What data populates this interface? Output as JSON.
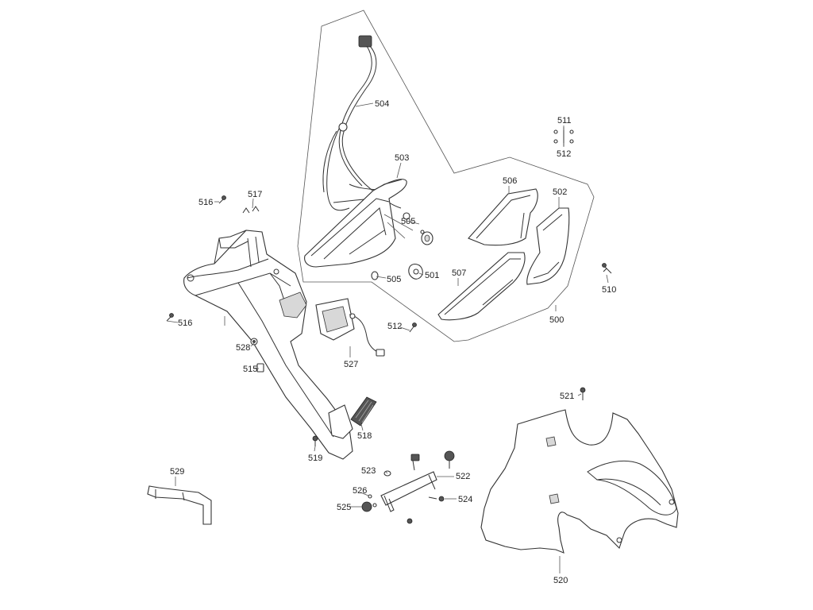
{
  "labels": {
    "l500": "500",
    "l501": "501",
    "l502": "502",
    "l503": "503",
    "l504": "504",
    "l505a": "505",
    "l505b": "505",
    "l506": "506",
    "l507": "507",
    "l510": "510",
    "l511": "511",
    "l512a": "512",
    "l512b": "512",
    "l515": "515",
    "l516a": "516",
    "l516b": "516",
    "l517": "517",
    "l518": "518",
    "l519": "519",
    "l520": "520",
    "l521": "521",
    "l522": "522",
    "l523": "523",
    "l524": "524",
    "l525": "525",
    "l526": "526",
    "l527": "527",
    "l528": "528",
    "l529": "529"
  }
}
